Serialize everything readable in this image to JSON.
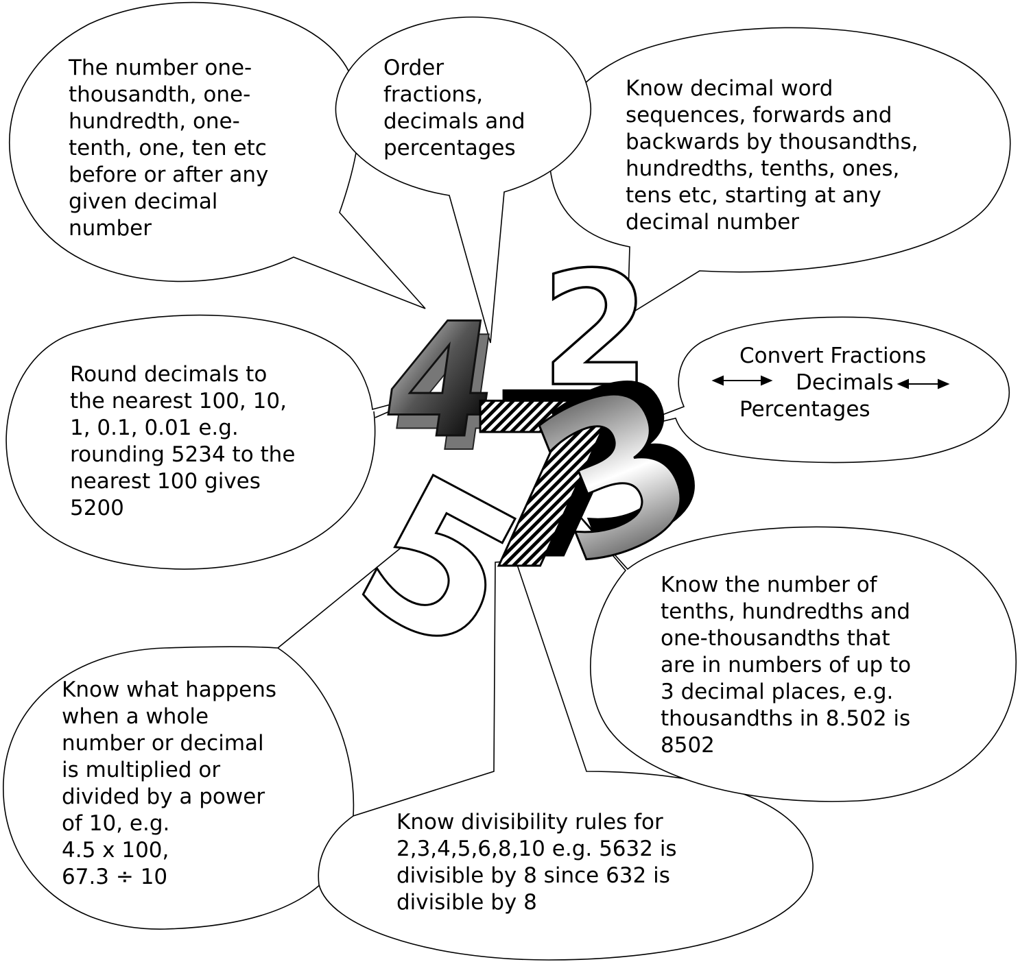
{
  "bubbles": {
    "top_left": "The number one-\nthousandth, one-\nhundredth, one-\ntenth, one, ten etc\nbefore or after any\ngiven decimal\nnumber",
    "top_center": "Order\nfractions,\ndecimals and\npercentages",
    "top_right": "Know decimal word\nsequences, forwards and\nbackwards by thousandths,\nhundredths, tenths, ones,\ntens etc, starting at any\ndecimal number",
    "middle_left": "Round decimals to\nthe nearest 100, 10,\n1, 0.1, 0.01 e.g.\nrounding 5234 to the\nnearest 100 gives\n5200",
    "convert": {
      "line1": "Convert Fractions",
      "line2": "Decimals",
      "line3": "Percentages"
    },
    "right": "Know the number of\ntenths, hundredths and\none-thousandths that\nare in numbers of up to\n3 decimal places, e.g.\nthousandths in 8.502 is\n8502",
    "bottom_left": "Know what happens\nwhen a whole\nnumber or decimal\nis multiplied or\ndivided by a power\nof 10, e.g.\n 4.5 x 100,\n67.3 ÷ 10",
    "bottom_center": "Know divisibility rules for\n2,3,4,5,6,8,10 e.g. 5632 is\ndivisible by 8 since 632 is\ndivisible by 8"
  },
  "digits": {
    "four": "4",
    "two": "2",
    "five": "5",
    "seven": "7",
    "three": "3"
  }
}
